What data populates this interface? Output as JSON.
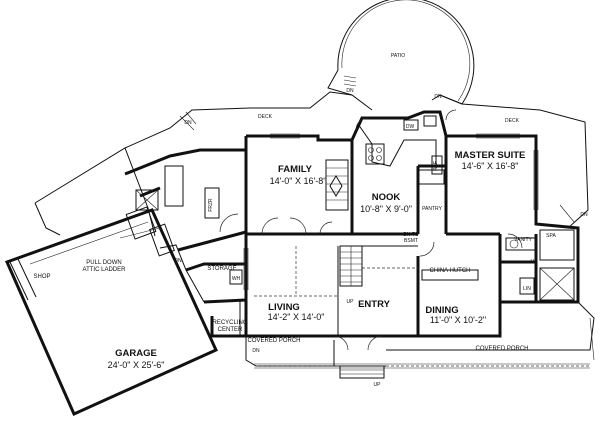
{
  "rooms": {
    "patio": "PATIO",
    "deck_left": "DECK",
    "deck_right": "DECK",
    "family": "FAMILY",
    "family_dim": "14'-0\" X 16'-8\"",
    "nook": "NOOK",
    "nook_dim": "10'-8\" X 9'-0\"",
    "master": "MASTER SUITE",
    "master_dim": "14'-6\" X 16'-8\"",
    "living": "LIVING",
    "living_dim": "14'-2\" X 14'-0\"",
    "entry": "ENTRY",
    "dining": "DINING",
    "dining_dim": "11'-0\" X 10'-2\"",
    "garage": "GARAGE",
    "garage_dim": "24'-0\" X 25'-6\"",
    "shop": "SHOP",
    "storage": "STORAGE",
    "recycling": "RECYCLING",
    "recycling2": "CENTER",
    "china_hutch": "CHINA HUTCH",
    "covered_porch_left": "COVERED PORCH",
    "covered_porch_right": "COVERED PORCH",
    "pantry": "PANTRY",
    "vanity": "VANITY",
    "spa": "SPA",
    "lin": "LIN",
    "pull_down_1": "PULL DOWN",
    "pull_down_2": "ATTIC LADDER",
    "dn_to_1": "DN TO",
    "dn_to_2": "BSMT"
  },
  "marks": {
    "dn": "DN",
    "up": "UP",
    "dw": "DW",
    "wh": "WH",
    "frzr": "FRZR",
    "ref": "REF"
  },
  "colors": {
    "line": "#111111",
    "background": "#ffffff"
  }
}
